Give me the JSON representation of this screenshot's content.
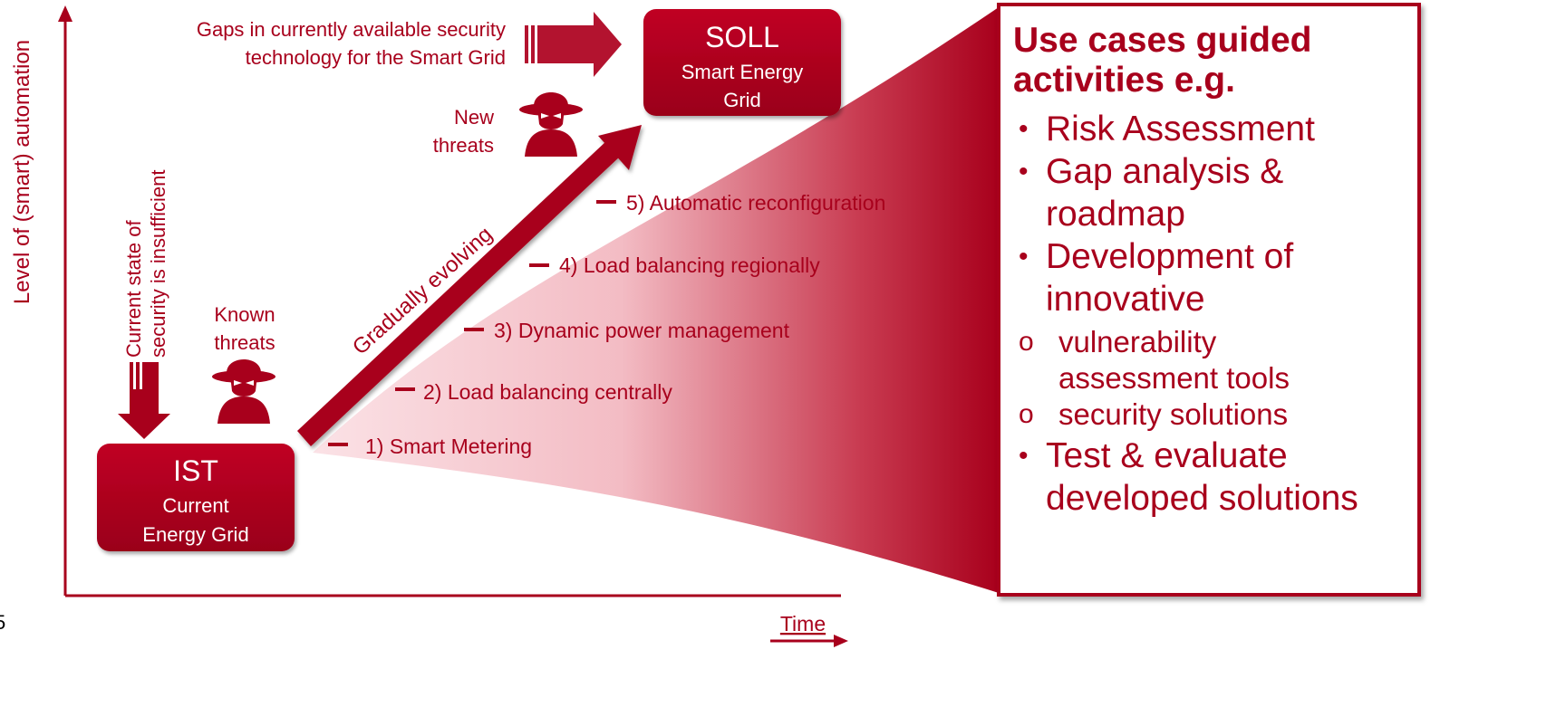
{
  "axes": {
    "y_label": "Level of (smart) automation",
    "x_label": "Time"
  },
  "slide_number": "5",
  "ist_box": {
    "title": "IST",
    "subtitle_line1": "Current",
    "subtitle_line2": "Energy Grid"
  },
  "soll_box": {
    "title": "SOLL",
    "subtitle_line1": "Smart Energy",
    "subtitle_line2": "Grid"
  },
  "gaps_note": {
    "line1": "Gaps in currently available security",
    "line2": "technology for the Smart Grid"
  },
  "new_threats": {
    "line1": "New",
    "line2": "threats"
  },
  "known_threats": {
    "line1": "Known",
    "line2": "threats"
  },
  "security_note": {
    "line1": "Current state of",
    "line2": "security is insufficient"
  },
  "evolution_label": "Gradually evolving",
  "steps": [
    "1) Smart Metering",
    "2) Load balancing centrally",
    "3) Dynamic power management",
    "4) Load balancing regionally",
    "5) Automatic reconfiguration"
  ],
  "panel": {
    "heading_line1": "Use cases guided",
    "heading_line2": "activities e.g.",
    "bullets": {
      "risk": "Risk Assessment",
      "gap_line1": "Gap analysis &",
      "gap_line2": "roadmap",
      "dev_line1": "Development of",
      "dev_line2": "innovative",
      "sub1_line1": "vulnerability",
      "sub1_line2": "assessment tools",
      "sub2": "security solutions",
      "test_line1": "Test & evaluate",
      "test_line2": "developed solutions"
    }
  },
  "colors": {
    "primary": "#a8001c",
    "text": "#a8001c",
    "background": "#ffffff"
  }
}
